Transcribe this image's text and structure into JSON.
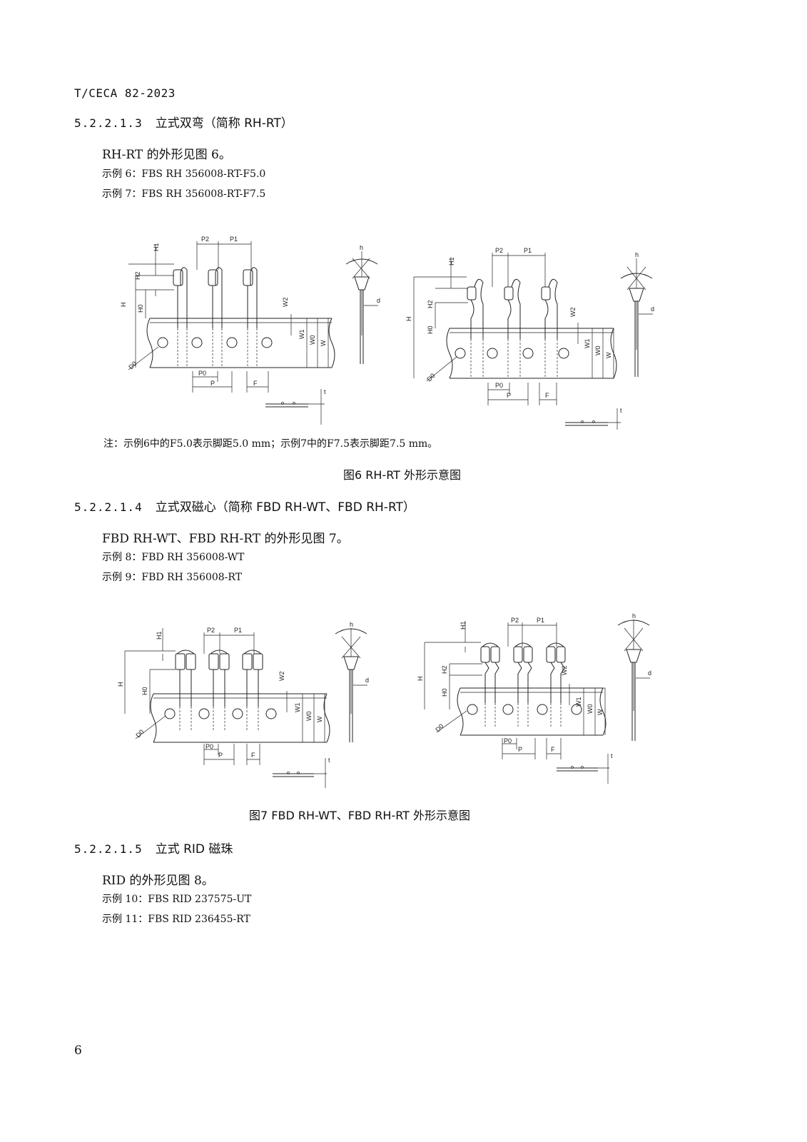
{
  "header": {
    "standard_no": "T/CECA 82-2023"
  },
  "sections": [
    {
      "number": "5.2.2.1.3",
      "title": "立式双弯（简称 RH-RT）",
      "paragraph": "RH-RT 的外形见图 6。",
      "examples": [
        "示例 6：FBS RH 356008-RT-F5.0",
        "示例 7：FBS RH 356008-RT-F7.5"
      ],
      "note": "注：示例6中的F5.0表示脚距5.0 mm；示例7中的F7.5表示脚距7.5 mm。",
      "figure_caption": "图6   RH-RT 外形示意图"
    },
    {
      "number": "5.2.2.1.4",
      "title": "立式双磁心（简称 FBD RH-WT、FBD RH-RT）",
      "paragraph": "FBD RH-WT、FBD RH-RT 的外形见图 7。",
      "examples": [
        "示例 8：FBD RH 356008-WT",
        "示例 9：FBD RH 356008-RT"
      ],
      "figure_caption": "图7   FBD RH-WT、FBD RH-RT 外形示意图"
    },
    {
      "number": "5.2.2.1.5",
      "title": "立式 RID 磁珠",
      "paragraph": "RID 的外形见图 8。",
      "examples": [
        "示例 10：FBS RID 237575-UT",
        "示例 11：FBS RID 236455-RT"
      ]
    }
  ],
  "dimension_labels": {
    "H1": "H1",
    "H2": "H2",
    "H": "H",
    "H0": "H0",
    "P1": "P1",
    "P2": "P2",
    "W2": "W2",
    "W1": "W1",
    "W0": "W0",
    "W": "W",
    "D0": "D0",
    "P0": "P0",
    "P": "P",
    "F": "F",
    "h": "h",
    "d": "d",
    "t": "t"
  },
  "footer": {
    "page_number": "6"
  }
}
